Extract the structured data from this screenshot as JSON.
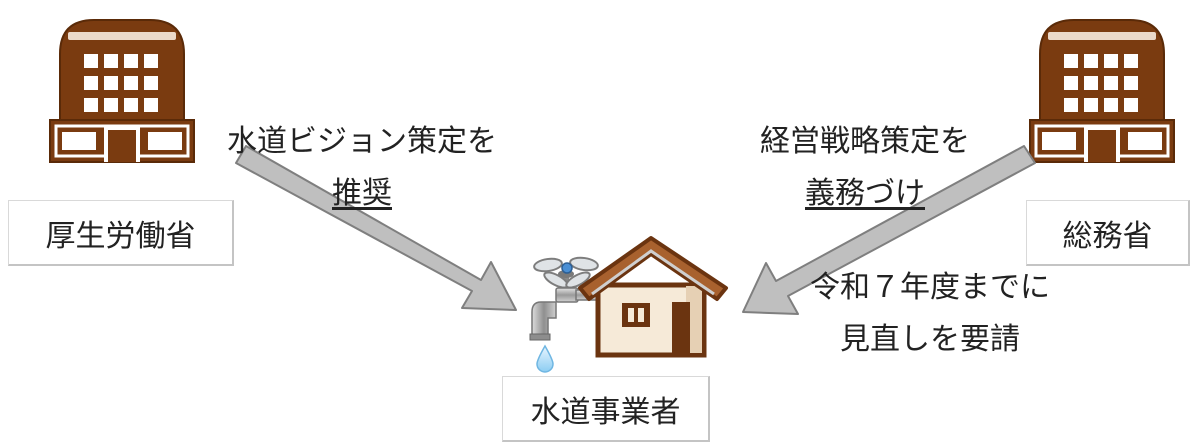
{
  "actors": {
    "mhlw": "厚生労働省",
    "mic": "総務省",
    "utility": "水道事業者"
  },
  "left_caption": {
    "line1": "水道ビジョン策定を",
    "line2": "推奨"
  },
  "right_caption": {
    "line1": "経営戦略策定を",
    "line2": "義務づけ"
  },
  "request_caption": {
    "line1": "令和７年度までに",
    "line2": "見直しを要請"
  },
  "icons": [
    "government-building-icon",
    "government-building-icon",
    "house-icon",
    "water-faucet-icon",
    "water-drop-icon"
  ],
  "colors": {
    "building": "#7a3b10",
    "building_stroke": "#5a2a08",
    "house_roof": "#a8612e",
    "house_wall": "#f6ead8",
    "arrow_fill": "#bfbfbf",
    "arrow_stroke": "#7f7f7f",
    "faucet_blue": "#4a8fd4",
    "water_drop": "#bfe0f5"
  }
}
